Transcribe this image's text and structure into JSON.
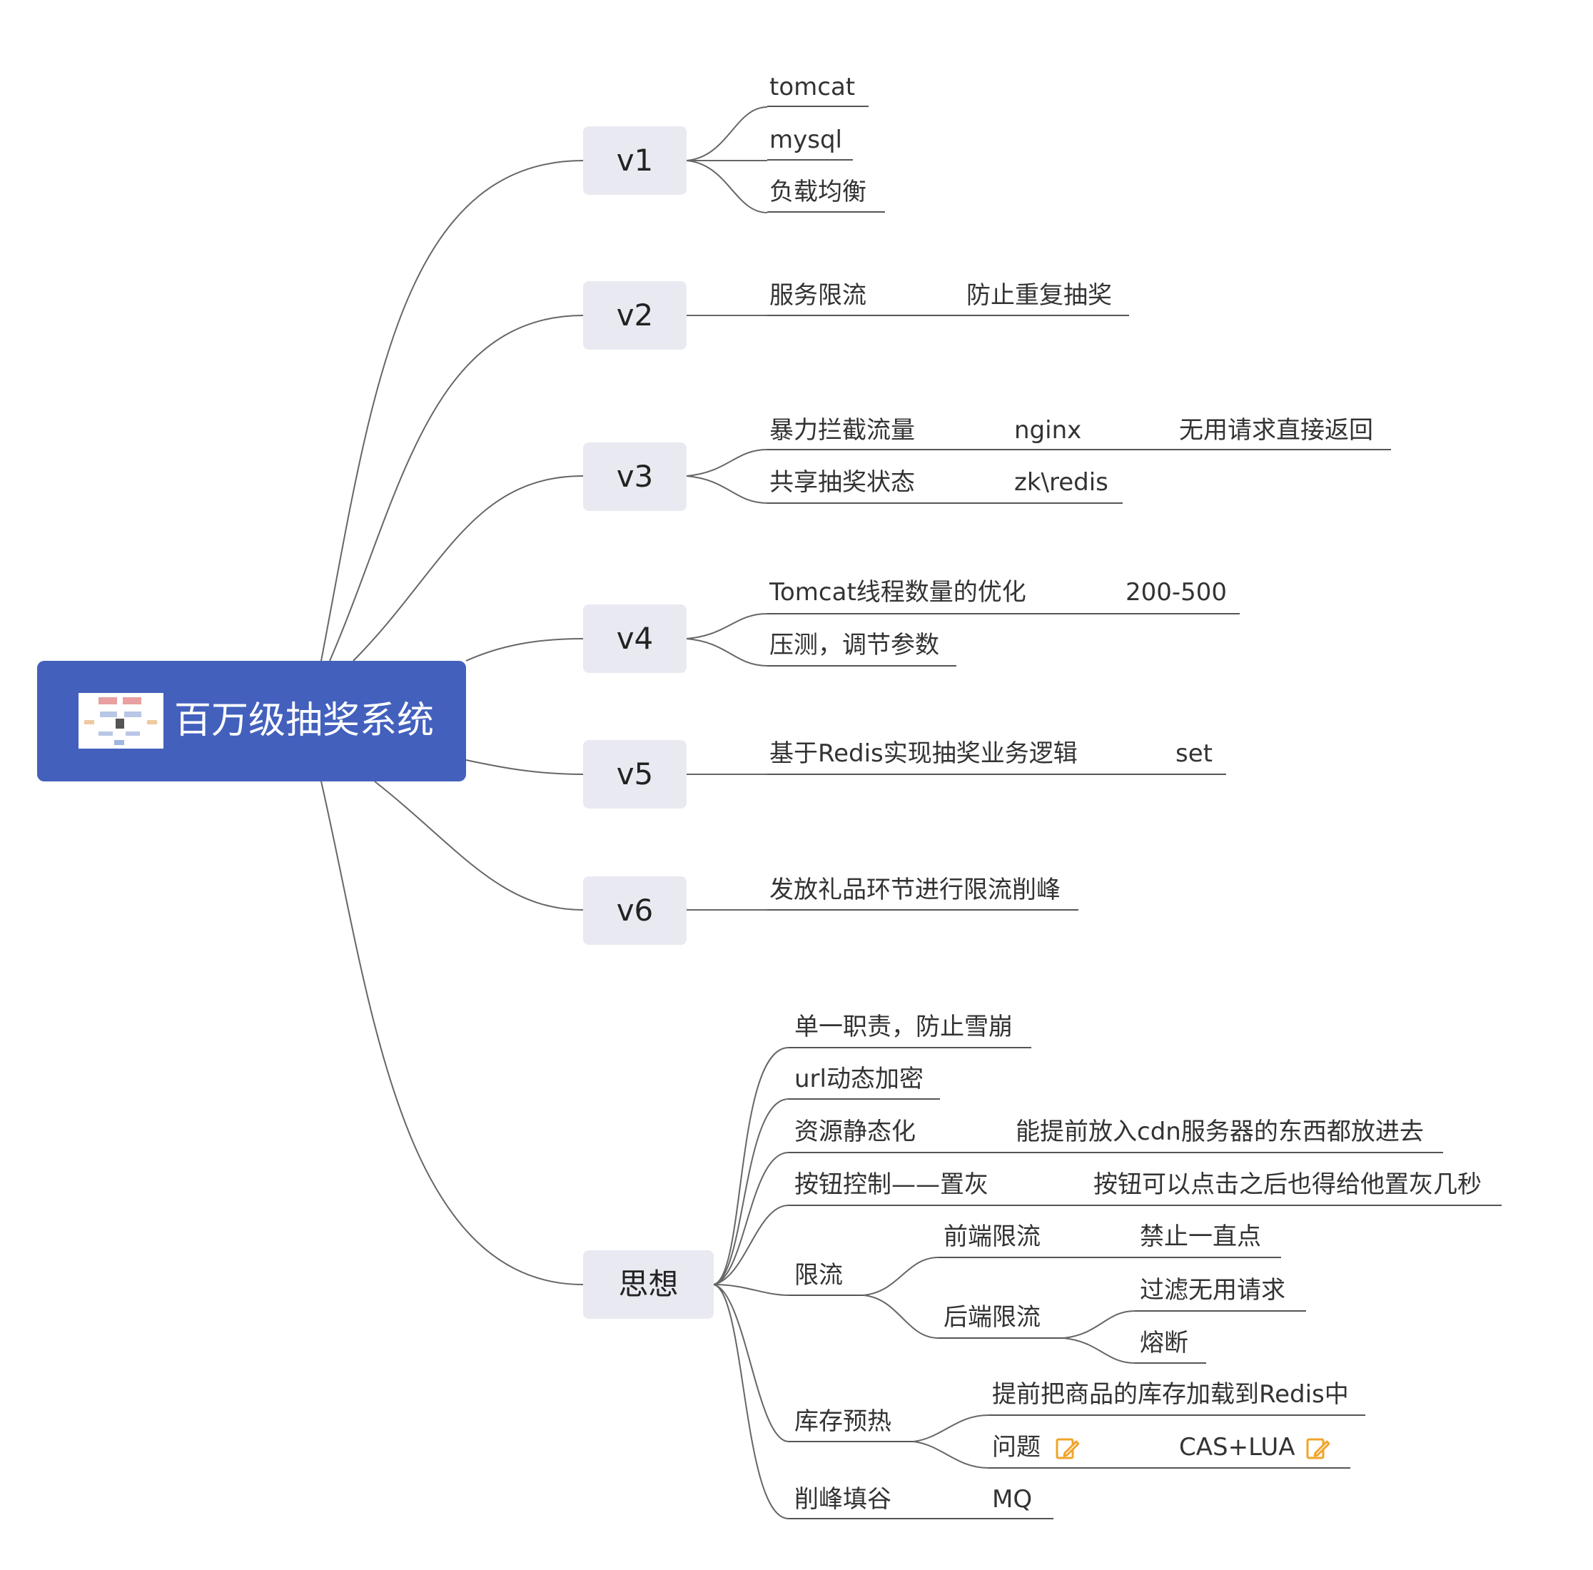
{
  "root": {
    "title": "百万级抽奖系统"
  },
  "branches": {
    "v1": {
      "label": "v1",
      "children": [
        "tomcat",
        "mysql",
        "负载均衡"
      ]
    },
    "v2": {
      "label": "v2",
      "children": [
        "服务限流",
        "防止重复抽奖"
      ]
    },
    "v3": {
      "label": "v3",
      "children": [
        "暴力拦截流量",
        "nginx",
        "无用请求直接返回",
        "共享抽奖状态",
        "zk\\redis"
      ]
    },
    "v4": {
      "label": "v4",
      "children": [
        "Tomcat线程数量的优化",
        "200-500",
        "压测，调节参数"
      ]
    },
    "v5": {
      "label": "v5",
      "children": [
        "基于Redis实现抽奖业务逻辑",
        "set"
      ]
    },
    "v6": {
      "label": "v6",
      "children": [
        "发放礼品环节进行限流削峰"
      ]
    },
    "idea": {
      "label": "思想",
      "children": [
        "单一职责，防止雪崩",
        "url动态加密",
        "资源静态化",
        "能提前放入cdn服务器的东西都放进去",
        "按钮控制——置灰",
        "按钮可以点击之后也得给他置灰几秒",
        "限流",
        "前端限流",
        "禁止一直点",
        "后端限流",
        "过滤无用请求",
        "熔断",
        "库存预热",
        "提前把商品的库存加载到Redis中",
        "问题",
        "CAS+LUA",
        "削峰填谷",
        "MQ"
      ]
    }
  },
  "colors": {
    "root_bg": "#4360bd",
    "node_bg": "#e9eaf1",
    "line": "#555555",
    "note_icon": "#f0a42b"
  },
  "icons": [
    "note-edit-icon",
    "note-edit-icon"
  ]
}
